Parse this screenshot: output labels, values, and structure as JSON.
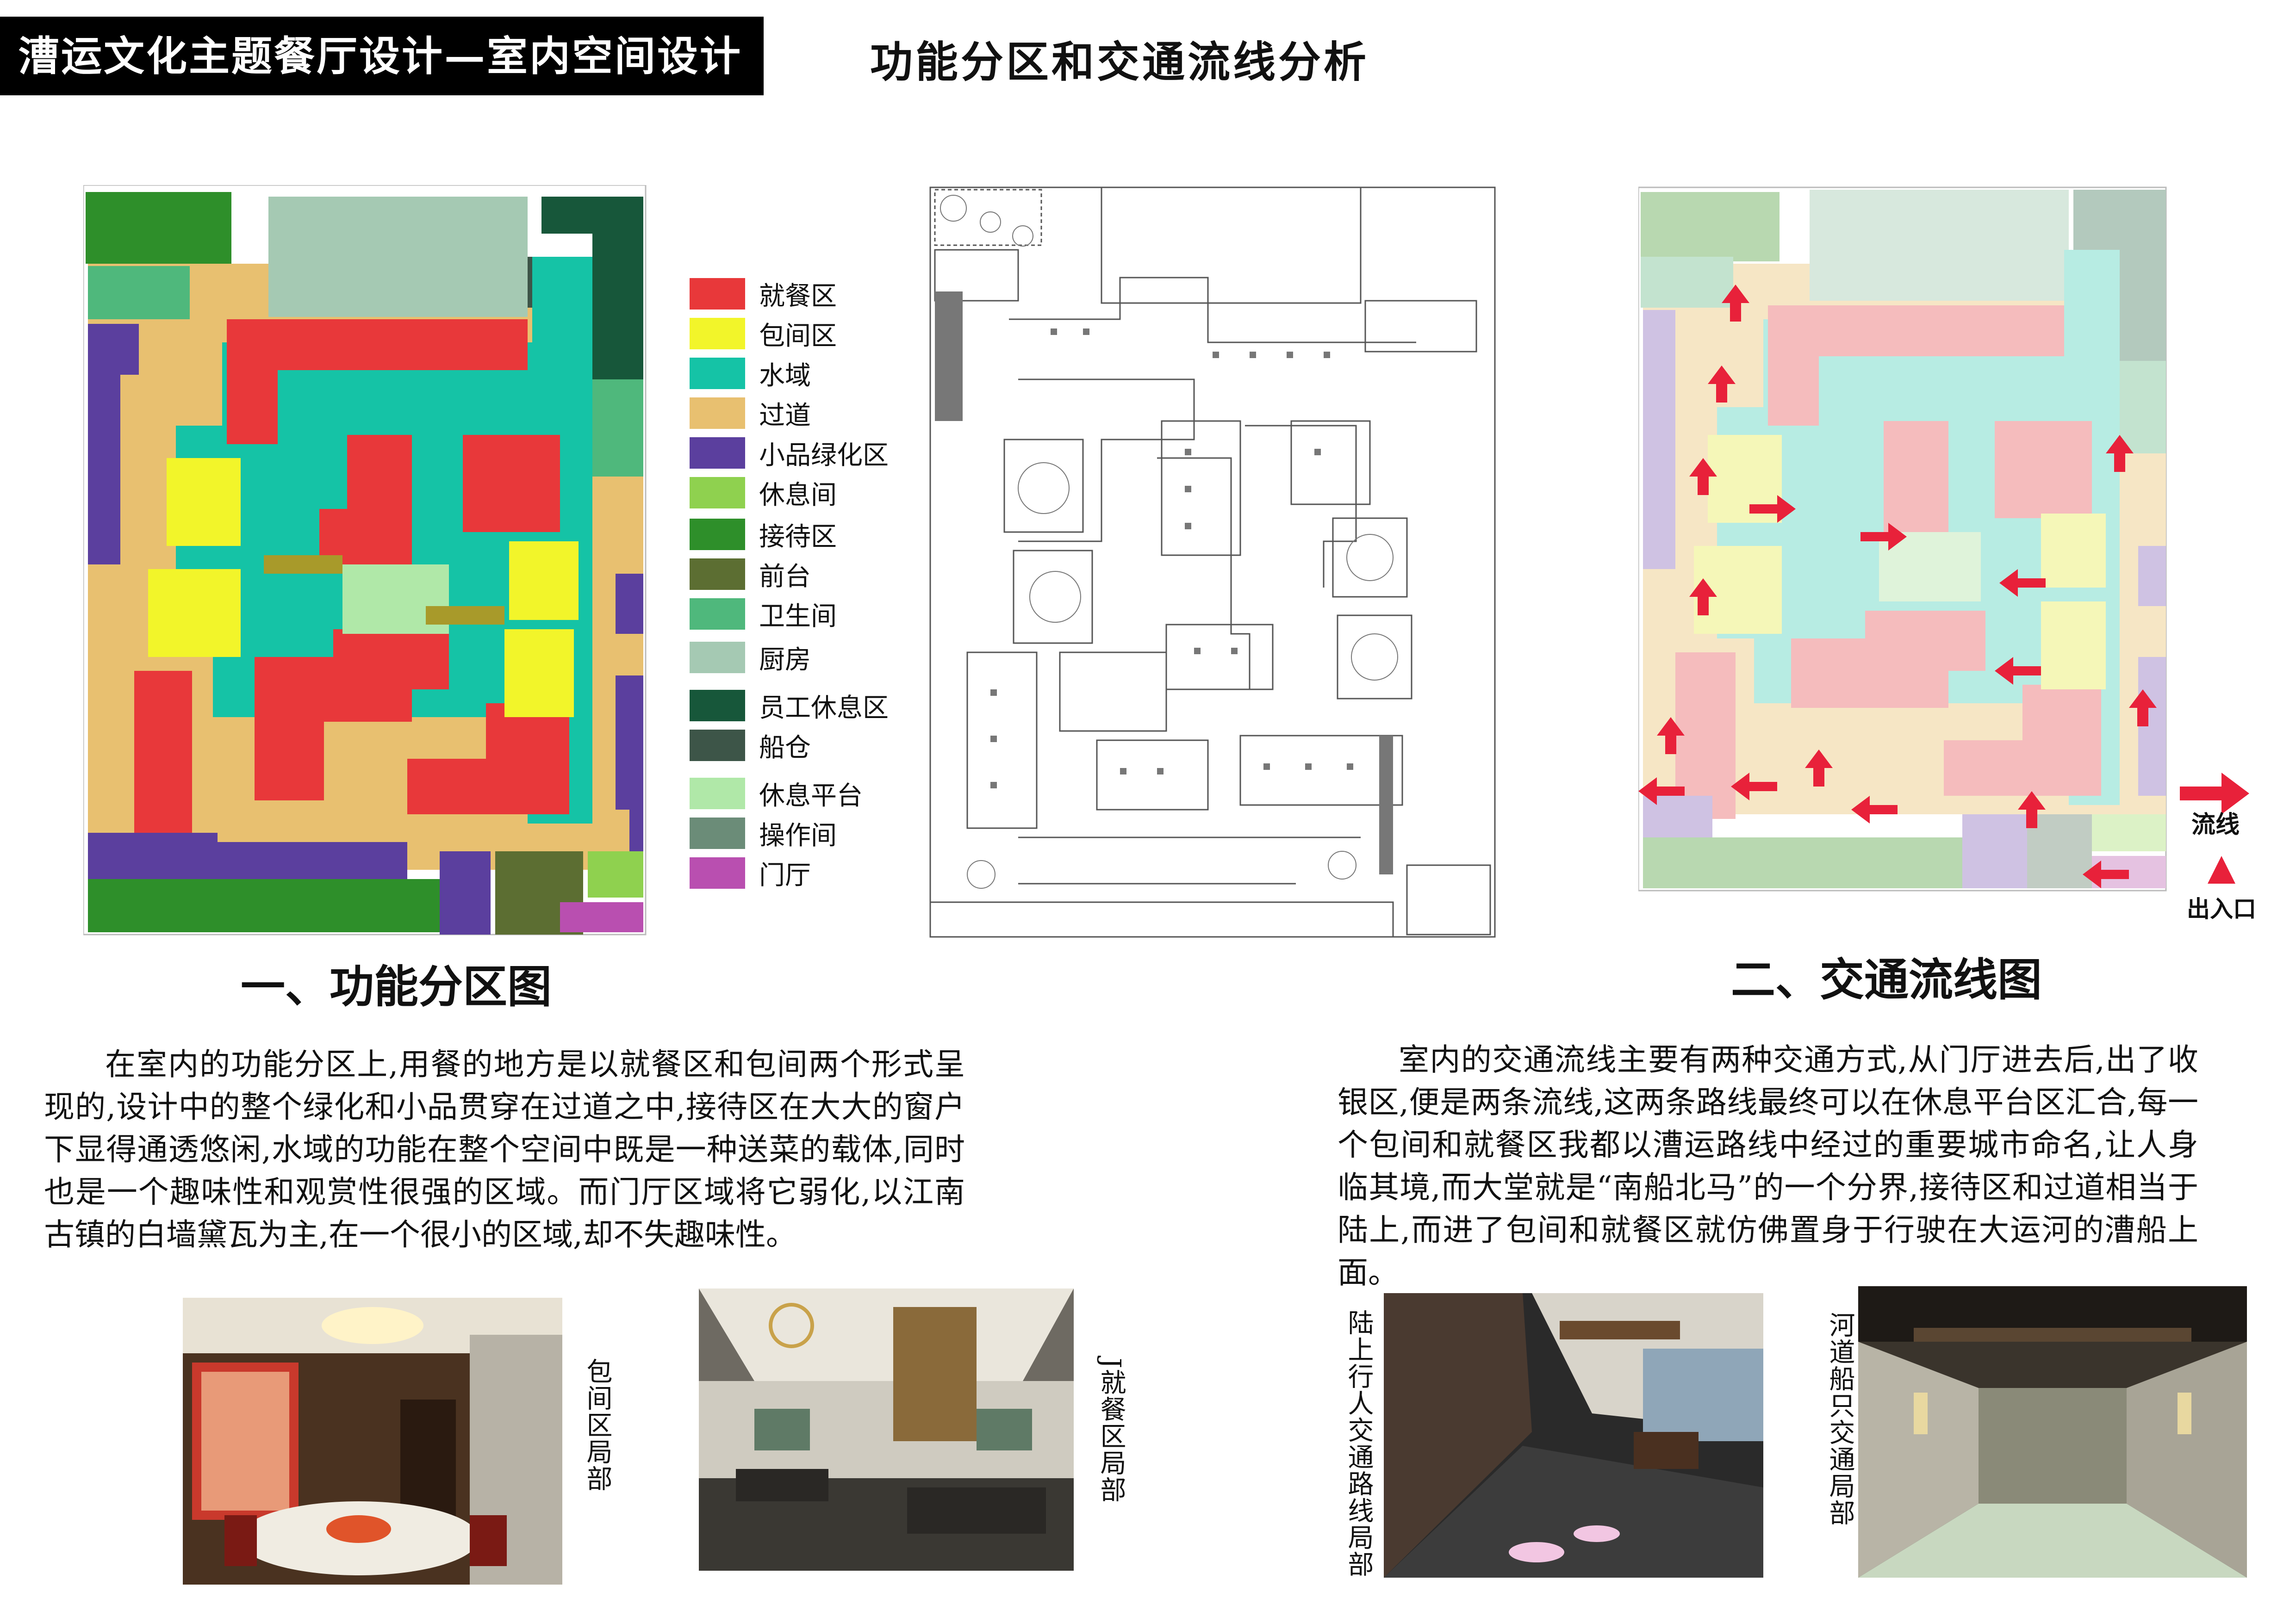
{
  "header": {
    "title": "漕运文化主题餐厅设计—室内空间设计",
    "heading": "功能分区和交通流线分析"
  },
  "colors": {
    "dining": "#e8383a",
    "private_room": "#f2f52a",
    "water": "#15c3a6",
    "corridor": "#e8c070",
    "greenery": "#5b3f9e",
    "lounge": "#8fd14f",
    "reception": "#2e8f2a",
    "front_desk": "#5c6e32",
    "toilet": "#4fb87c",
    "kitchen": "#a5c9b3",
    "staff_lounge": "#17573a",
    "cabin": "#3d5548",
    "rest_platform": "#b0e8a8",
    "operation_room": "#6b8c78",
    "lobby": "#b94fb0",
    "flow_arrow": "#e8213a"
  },
  "legend": [
    {
      "label": "就餐区",
      "color": "#e8383a"
    },
    {
      "label": "包间区",
      "color": "#f2f52a"
    },
    {
      "label": "水域",
      "color": "#15c3a6"
    },
    {
      "label": "过道",
      "color": "#e8c070"
    },
    {
      "label": "小品绿化区",
      "color": "#5b3f9e"
    },
    {
      "label": "休息间",
      "color": "#8fd14f"
    },
    {
      "label": "接待区",
      "color": "#2e8f2a"
    },
    {
      "label": "前台",
      "color": "#5c6e32"
    },
    {
      "label": "卫生间",
      "color": "#4fb87c"
    },
    {
      "label": "厨房",
      "color": "#a5c9b3"
    },
    {
      "label": "员工休息区",
      "color": "#17573a"
    },
    {
      "label": "船仓",
      "color": "#3d5548"
    },
    {
      "label": "休息平台",
      "color": "#b0e8a8"
    },
    {
      "label": "操作间",
      "color": "#6b8c78"
    },
    {
      "label": "门厅",
      "color": "#b94fb0"
    }
  ],
  "section1": {
    "caption": "一、功能分区图",
    "paragraph": "在室内的功能分区上,用餐的地方是以就餐区和包间两个形式呈现的,设计中的整个绿化和小品贯穿在过道之中,接待区在大大的窗户下显得通透悠闲,水域的功能在整个空间中既是一种送菜的载体,同时也是一个趣味性和观赏性很强的区域。而门厅区域将它弱化,以江南古镇的白墙黛瓦为主,在一个很小的区域,却不失趣味性。"
  },
  "section2": {
    "caption": "二、交通流线图",
    "paragraph": "室内的交通流线主要有两种交通方式,从门厅进去后,出了收银区,便是两条流线,这两条路线最终可以在休息平台区汇合,每一个包间和就餐区我都以漕运路线中经过的重要城市命名,让人身临其境,而大堂就是“南船北马”的一个分界,接待区和过道相当于陆上,而进了包间和就餐区就仿佛置身于行驶在大运河的漕船上面。",
    "flow_legend": "流线",
    "entrance_legend": "出入口"
  },
  "photos": [
    {
      "label": "包间区局部"
    },
    {
      "label": "J就餐区局部"
    },
    {
      "label": "陆上行人交通路线局部"
    },
    {
      "label": "河道船只交通局部"
    }
  ]
}
